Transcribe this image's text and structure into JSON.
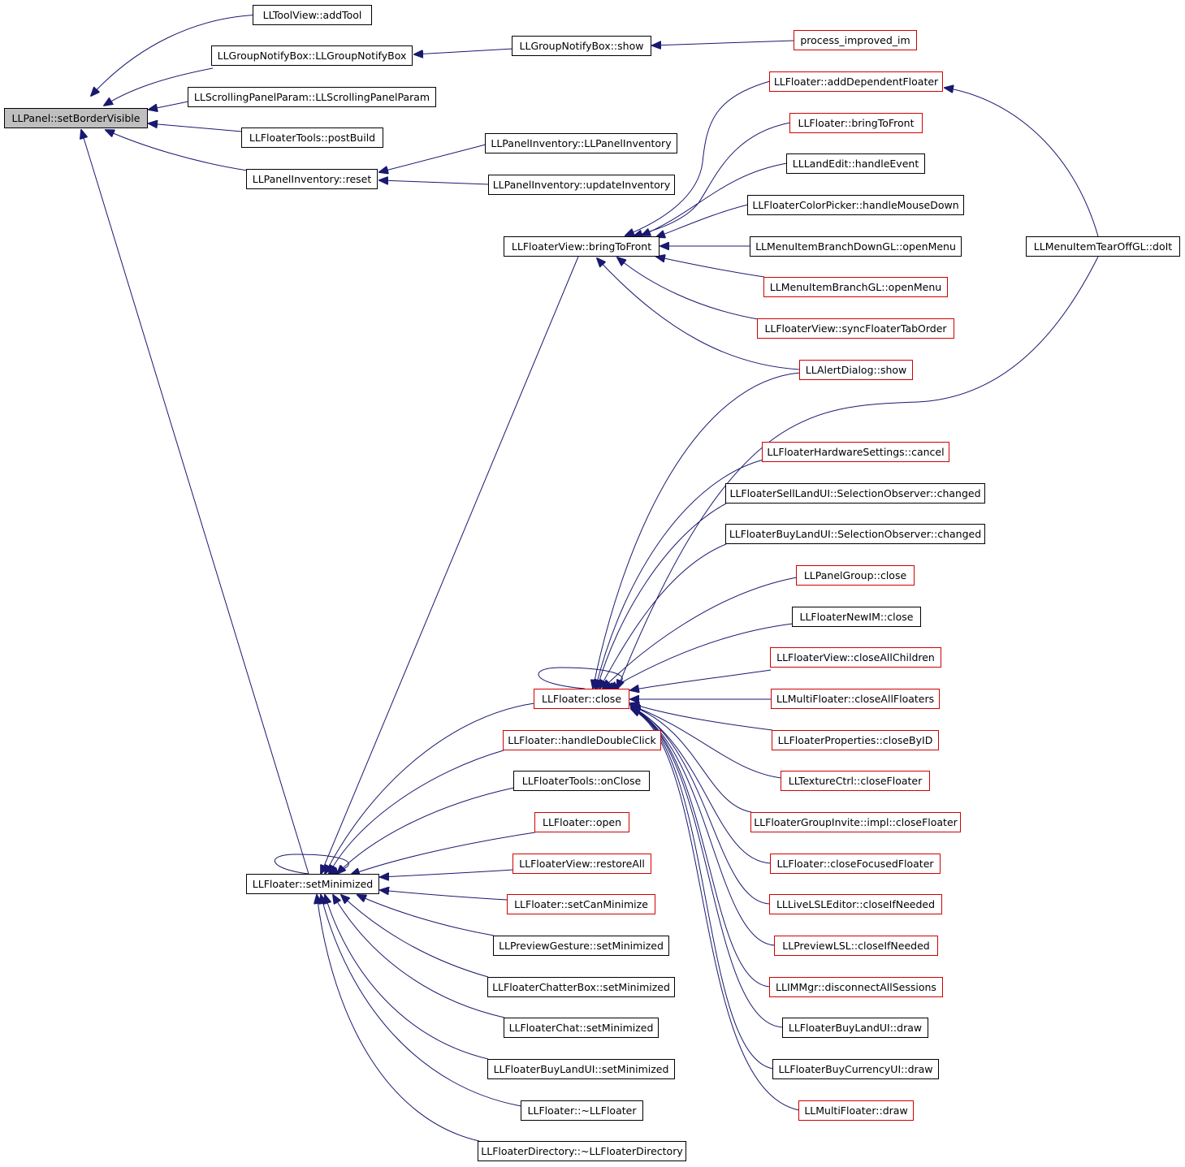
{
  "colors": {
    "edge": "#191970",
    "link_border": "#d00000",
    "node_border": "#000000",
    "root_fill": "#bfbfbf"
  },
  "nodes": {
    "root": {
      "label": "LLPanel::setBorderVisible"
    },
    "toolview_addtool": {
      "label": "LLToolView::addTool"
    },
    "groupnotifybox_ctor": {
      "label": "LLGroupNotifyBox::LLGroupNotifyBox"
    },
    "groupnotifybox_show": {
      "label": "LLGroupNotifyBox::show"
    },
    "process_improved_im": {
      "label": "process_improved_im"
    },
    "scrollingpanelparam_ctor": {
      "label": "LLScrollingPanelParam::LLScrollingPanelParam"
    },
    "floatertools_postbuild": {
      "label": "LLFloaterTools::postBuild"
    },
    "panelinventory_reset": {
      "label": "LLPanelInventory::reset"
    },
    "panelinventory_ctor": {
      "label": "LLPanelInventory::LLPanelInventory"
    },
    "panelinventory_update": {
      "label": "LLPanelInventory::updateInventory"
    },
    "floaterview_bringtofront": {
      "label": "LLFloaterView::bringToFront"
    },
    "floater_adddependent": {
      "label": "LLFloater::addDependentFloater"
    },
    "floater_bringtofront": {
      "label": "LLFloater::bringToFront"
    },
    "landedit_handleevent": {
      "label": "LLLandEdit::handleEvent"
    },
    "colorpicker_mousedown": {
      "label": "LLFloaterColorPicker::handleMouseDown"
    },
    "branchdown_openmenu": {
      "label": "LLMenuItemBranchDownGL::openMenu"
    },
    "branch_openmenu": {
      "label": "LLMenuItemBranchGL::openMenu"
    },
    "floaterview_synctab": {
      "label": "LLFloaterView::syncFloaterTabOrder"
    },
    "alertdialog_show": {
      "label": "LLAlertDialog::show"
    },
    "tearoff_doit": {
      "label": "LLMenuItemTearOffGL::doIt"
    },
    "hardware_cancel": {
      "label": "LLFloaterHardwareSettings::cancel"
    },
    "selllandui_changed": {
      "label": "LLFloaterSellLandUI::SelectionObserver::changed"
    },
    "buylandui_changed": {
      "label": "LLFloaterBuyLandUI::SelectionObserver::changed"
    },
    "panelgroup_close": {
      "label": "LLPanelGroup::close"
    },
    "floaternewim_close": {
      "label": "LLFloaterNewIM::close"
    },
    "floaterview_closeall": {
      "label": "LLFloaterView::closeAllChildren"
    },
    "multifloater_closeall": {
      "label": "LLMultiFloater::closeAllFloaters"
    },
    "properties_closebyid": {
      "label": "LLFloaterProperties::closeByID"
    },
    "texturectrl_closefloater": {
      "label": "LLTextureCtrl::closeFloater"
    },
    "groupinvite_closefloater": {
      "label": "LLFloaterGroupInvite::impl::closeFloater"
    },
    "floater_closefocused": {
      "label": "LLFloater::closeFocusedFloater"
    },
    "livelsl_closeifneeded": {
      "label": "LLLiveLSLEditor::closeIfNeeded"
    },
    "previewlsl_closeifneeded": {
      "label": "LLPreviewLSL::closeIfNeeded"
    },
    "immgr_disconnect": {
      "label": "LLIMMgr::disconnectAllSessions"
    },
    "buylandui_draw": {
      "label": "LLFloaterBuyLandUI::draw"
    },
    "buycurrency_draw": {
      "label": "LLFloaterBuyCurrencyUI::draw"
    },
    "multifloater_draw": {
      "label": "LLMultiFloater::draw"
    },
    "floater_close": {
      "label": "LLFloater::close"
    },
    "floater_dblclick": {
      "label": "LLFloater::handleDoubleClick"
    },
    "floatertools_onclose": {
      "label": "LLFloaterTools::onClose"
    },
    "floater_open": {
      "label": "LLFloater::open"
    },
    "floaterview_restoreall": {
      "label": "LLFloaterView::restoreAll"
    },
    "floater_setcanminimize": {
      "label": "LLFloater::setCanMinimize"
    },
    "previewgesture_setmin": {
      "label": "LLPreviewGesture::setMinimized"
    },
    "chatterbox_setmin": {
      "label": "LLFloaterChatterBox::setMinimized"
    },
    "floaterchat_setmin": {
      "label": "LLFloaterChat::setMinimized"
    },
    "buylandui_setmin": {
      "label": "LLFloaterBuyLandUI::setMinimized"
    },
    "floater_dtor": {
      "label": "LLFloater::~LLFloater"
    },
    "directory_dtor": {
      "label": "LLFloaterDirectory::~LLFloaterDirectory"
    },
    "floater_setminimized": {
      "label": "LLFloater::setMinimized"
    }
  }
}
